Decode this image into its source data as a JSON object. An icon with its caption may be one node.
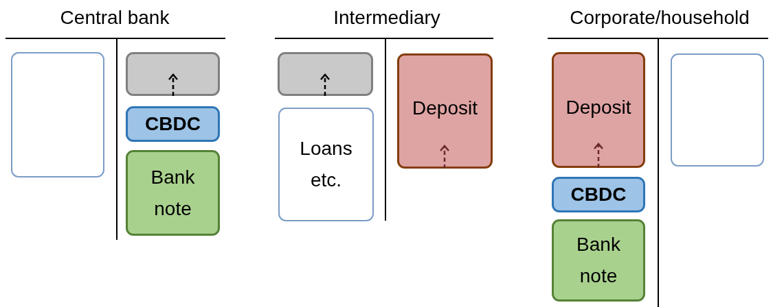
{
  "diagram": {
    "nodes": [
      {
        "text": [],
        "shape": "box"
      },
      {
        "text": [],
        "shape": "box"
      },
      {
        "text": [
          "CBDC"
        ]
      },
      {
        "text": [
          "Bank note"
        ]
      },
      {
        "text": [],
        "shape": "box"
      },
      {
        "text": [
          "Loans etc."
        ]
      },
      {
        "text": [
          "Deposit"
        ]
      },
      {
        "text": [
          "Deposit"
        ]
      },
      {
        "text": [
          "CBDC"
        ]
      },
      {
        "text": [
          "Bank note"
        ]
      },
      {
        "text": [],
        "shape": "box"
      }
    ],
    "labels": [
      "Central bank",
      "Intermediary",
      "Corporate/household"
    ]
  }
}
